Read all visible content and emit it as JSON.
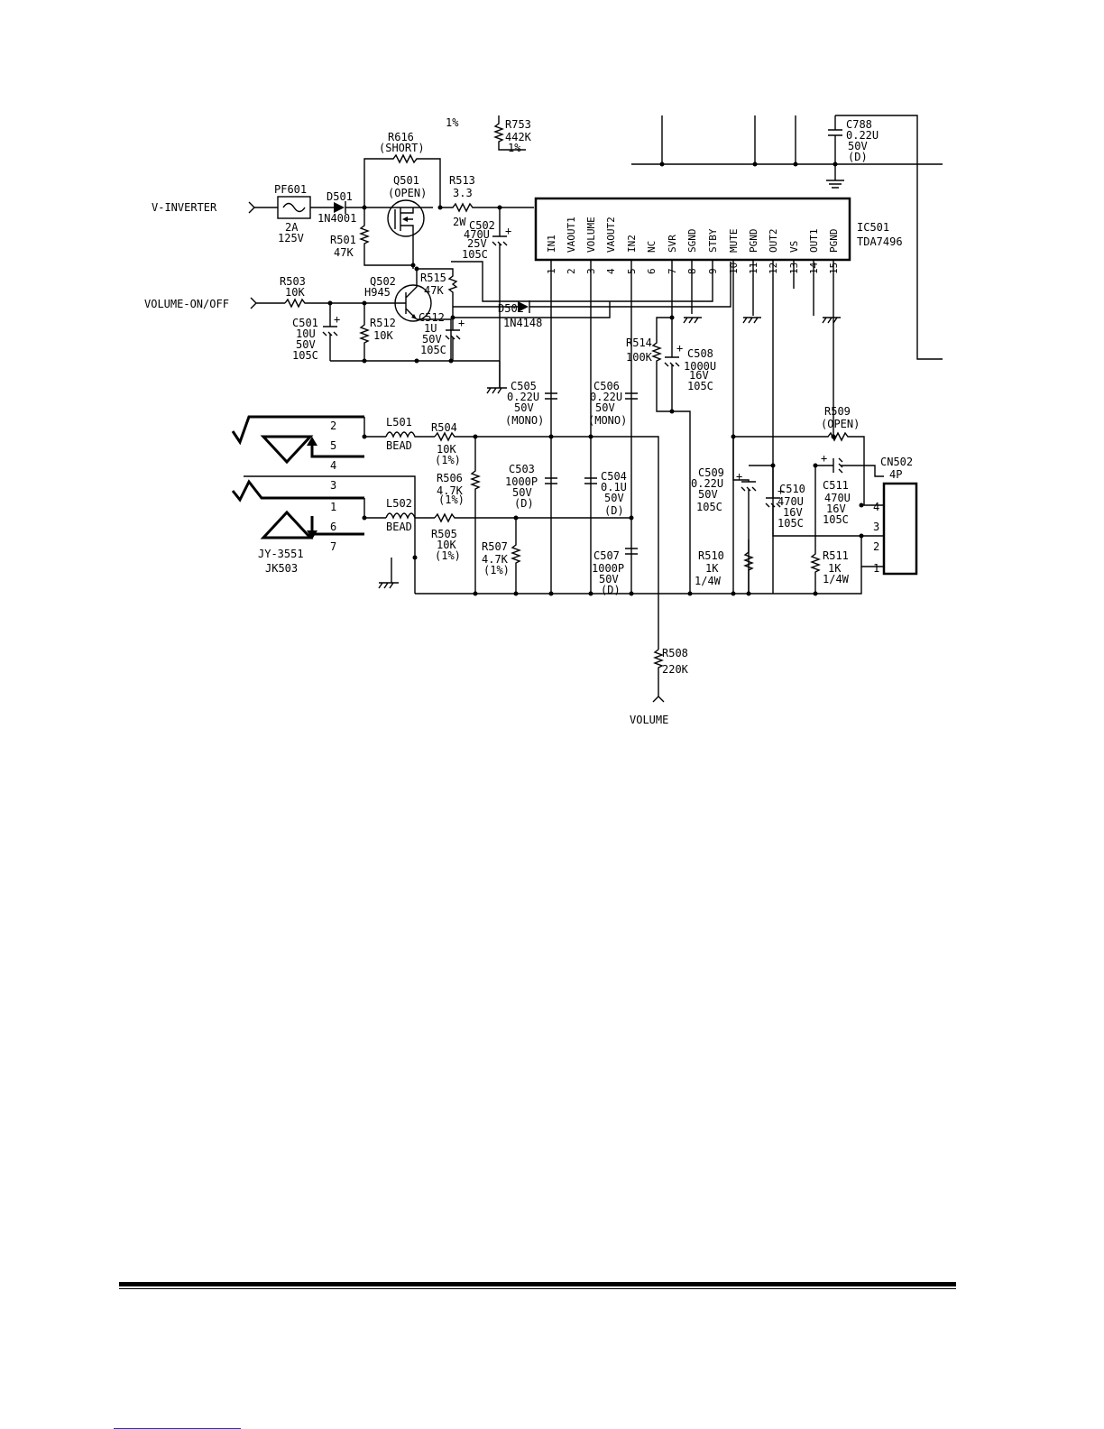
{
  "inputs": {
    "v_inverter": "V-INVERTER",
    "volume_onoff": "VOLUME-ON/OFF",
    "volume": "VOLUME"
  },
  "components": {
    "pf601": {
      "ref": "PF601",
      "v1": "2A",
      "v2": "125V"
    },
    "d501": {
      "ref": "D501",
      "v1": "1N4001"
    },
    "r616": {
      "ref": "R616",
      "v1": "(SHORT)"
    },
    "q501": {
      "ref": "Q501",
      "v1": "(OPEN)"
    },
    "r513": {
      "ref": "R513",
      "v1": "3.3",
      "v2": "2W"
    },
    "r501": {
      "ref": "R501",
      "v1": "47K"
    },
    "c502": {
      "ref": "C502",
      "v1": "470U",
      "v2": "25V",
      "v3": "105C"
    },
    "r753": {
      "ref": "R753",
      "v1": "442K",
      "v2": "1%"
    },
    "top_pct": "1%",
    "c788": {
      "ref": "C788",
      "v1": "0.22U",
      "v2": "50V",
      "v3": "(D)"
    },
    "r503": {
      "ref": "R503",
      "v1": "10K"
    },
    "q502": {
      "ref": "Q502",
      "v1": "H945"
    },
    "r515": {
      "ref": "R515",
      "v1": "47K"
    },
    "d502": {
      "ref": "D502",
      "v1": "1N4148"
    },
    "c501": {
      "ref": "C501",
      "v1": "10U",
      "v2": "50V",
      "v3": "105C"
    },
    "r512": {
      "ref": "R512",
      "v1": "10K"
    },
    "c512": {
      "ref": "C512",
      "v1": "1U",
      "v2": "50V",
      "v3": "105C"
    },
    "r514": {
      "ref": "R514",
      "v1": "100K"
    },
    "c508": {
      "ref": "C508",
      "v1": "1000U",
      "v2": "16V",
      "v3": "105C"
    },
    "c505": {
      "ref": "C505",
      "v1": "0.22U",
      "v2": "50V",
      "v3": "(MONO)"
    },
    "c506": {
      "ref": "C506",
      "v1": "0.22U",
      "v2": "50V",
      "v3": "(MONO)"
    },
    "l501": {
      "ref": "L501",
      "v1": "BEAD"
    },
    "r504": {
      "ref": "R504",
      "v1": "10K",
      "v2": "(1%)"
    },
    "r509": {
      "ref": "R509",
      "v1": "(OPEN)"
    },
    "cn502": {
      "ref": "CN502",
      "v1": "4P"
    },
    "r506": {
      "ref": "R506",
      "v1": "4.7K",
      "v2": "(1%)"
    },
    "c503": {
      "ref": "C503",
      "v1": "1000P",
      "v2": "50V",
      "v3": "(D)"
    },
    "c504": {
      "ref": "C504",
      "v1": "0.1U",
      "v2": "50V",
      "v3": "(D)"
    },
    "c509": {
      "ref": "C509",
      "v1": "0.22U",
      "v2": "50V",
      "v3": "105C"
    },
    "c510": {
      "ref": "C510",
      "v1": "470U",
      "v2": "16V",
      "v3": "105C"
    },
    "c511": {
      "ref": "C511",
      "v1": "470U",
      "v2": "16V",
      "v3": "105C"
    },
    "l502": {
      "ref": "L502",
      "v1": "BEAD"
    },
    "r505": {
      "ref": "R505",
      "v1": "10K",
      "v2": "(1%)"
    },
    "r507": {
      "ref": "R507",
      "v1": "4.7K",
      "v2": "(1%)"
    },
    "c507": {
      "ref": "C507",
      "v1": "1000P",
      "v2": "50V",
      "v3": "(D)"
    },
    "r510": {
      "ref": "R510",
      "v1": "1K",
      "v2": "1/4W"
    },
    "r511": {
      "ref": "R511",
      "v1": "1K",
      "v2": "1/4W"
    },
    "r508": {
      "ref": "R508",
      "v1": "220K"
    },
    "jk503": {
      "ref": "JK503",
      "v1": "JY-3551"
    }
  },
  "ic501": {
    "ref": "IC501",
    "part": "TDA7496",
    "pins": [
      {
        "num": "1",
        "name": "IN1"
      },
      {
        "num": "2",
        "name": "VAOUT1"
      },
      {
        "num": "3",
        "name": "VOLUME"
      },
      {
        "num": "4",
        "name": "VAOUT2"
      },
      {
        "num": "5",
        "name": "IN2"
      },
      {
        "num": "6",
        "name": "NC"
      },
      {
        "num": "7",
        "name": "SVR"
      },
      {
        "num": "8",
        "name": "SGND"
      },
      {
        "num": "9",
        "name": "STBY"
      },
      {
        "num": "10",
        "name": "MUTE"
      },
      {
        "num": "11",
        "name": "PGND"
      },
      {
        "num": "12",
        "name": "OUT2"
      },
      {
        "num": "13",
        "name": "VS"
      },
      {
        "num": "14",
        "name": "OUT1"
      },
      {
        "num": "15",
        "name": "PGND"
      }
    ]
  },
  "jack_pins": [
    "2",
    "5",
    "4",
    "3",
    "1",
    "6",
    "7"
  ],
  "connector_pins": [
    "4",
    "3",
    "2",
    "1"
  ]
}
